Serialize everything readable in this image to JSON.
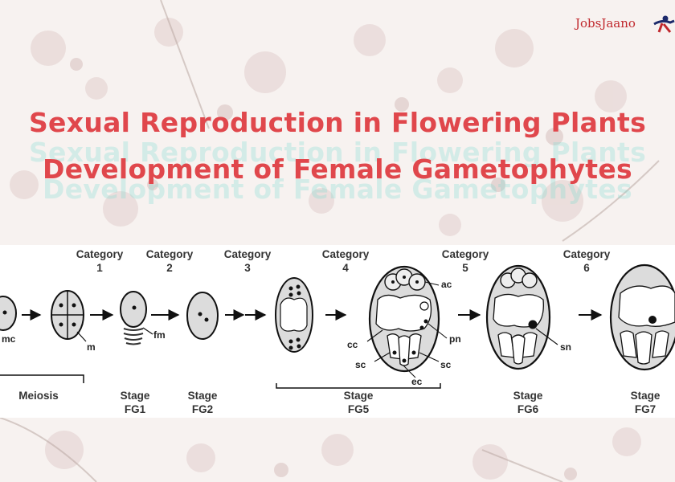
{
  "logo": {
    "text": "JobsJaano",
    "accent_color": "#c0282d"
  },
  "title": {
    "line1": "Sexual Reproduction in Flowering Plants",
    "line2": "Development of Female Gametophytes",
    "color": "#e0474c"
  },
  "categories": [
    {
      "word": "Category",
      "num": "1"
    },
    {
      "word": "Category",
      "num": "2"
    },
    {
      "word": "Category",
      "num": "3"
    },
    {
      "word": "Category",
      "num": "4"
    },
    {
      "word": "Category",
      "num": "5"
    },
    {
      "word": "Category",
      "num": "6"
    }
  ],
  "stages": {
    "meiosis": "Meiosis",
    "fg1": {
      "word": "Stage",
      "code": "FG1"
    },
    "fg2": {
      "word": "Stage",
      "code": "FG2"
    },
    "fg5": {
      "word": "Stage",
      "code": "FG5"
    },
    "fg6": {
      "word": "Stage",
      "code": "FG6"
    },
    "fg7": {
      "word": "Stage",
      "code": "FG7"
    }
  },
  "cell_labels": {
    "mc": "mc",
    "m": "m",
    "fm": "fm",
    "ac": "ac",
    "pn": "pn",
    "cc": "cc",
    "sc1": "sc",
    "sc2": "sc",
    "ec": "ec",
    "sn": "sn"
  }
}
